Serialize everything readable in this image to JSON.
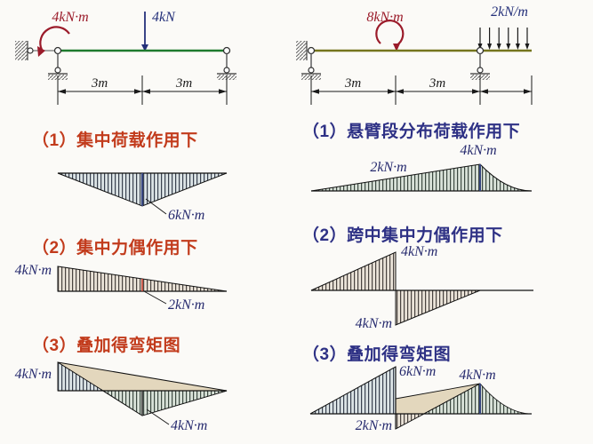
{
  "figure": {
    "background": "#fbfaf7",
    "colors": {
      "left_heading": "#c23b1c",
      "right_heading": "#2e3185",
      "moment_red": "#9b1b2a",
      "load_navy": "#24307a",
      "beam_left_green": "#1e7a2e",
      "beam_right_olive": "#75751d",
      "diagram_label_navy": "#262a6e",
      "superposition_tan": "#e3d7bd"
    },
    "left": {
      "beam": {
        "moment_label": "4kN·m",
        "force_label": "4kN",
        "dim_left": "3m",
        "dim_right": "3m"
      },
      "sections": [
        {
          "heading": "（1）集中荷载作用下",
          "peak_label": "6kN·m"
        },
        {
          "heading": "（2）集中力偶作用下",
          "left_label": "4kN·m",
          "mid_label": "2kN·m"
        },
        {
          "heading": "（3）叠加得弯矩图",
          "left_label": "4kN·m",
          "peak_label": "4kN·m"
        }
      ]
    },
    "right": {
      "beam": {
        "moment_label": "8kN·m",
        "load_label": "2kN/m",
        "dim_left": "3m",
        "dim_right": "3m"
      },
      "sections": [
        {
          "heading": "（1）悬臂段分布荷载作用下",
          "mid_label": "2kN·m",
          "peak_label": "4kN·m"
        },
        {
          "heading": "（2）跨中集中力偶作用下",
          "top_label": "4kN·m",
          "bottom_label": "4kN·m"
        },
        {
          "heading": "（3）叠加得弯矩图",
          "top_label": "6kN·m",
          "bottom_label": "2kN·m",
          "support_label": "4kN·m"
        }
      ]
    }
  }
}
